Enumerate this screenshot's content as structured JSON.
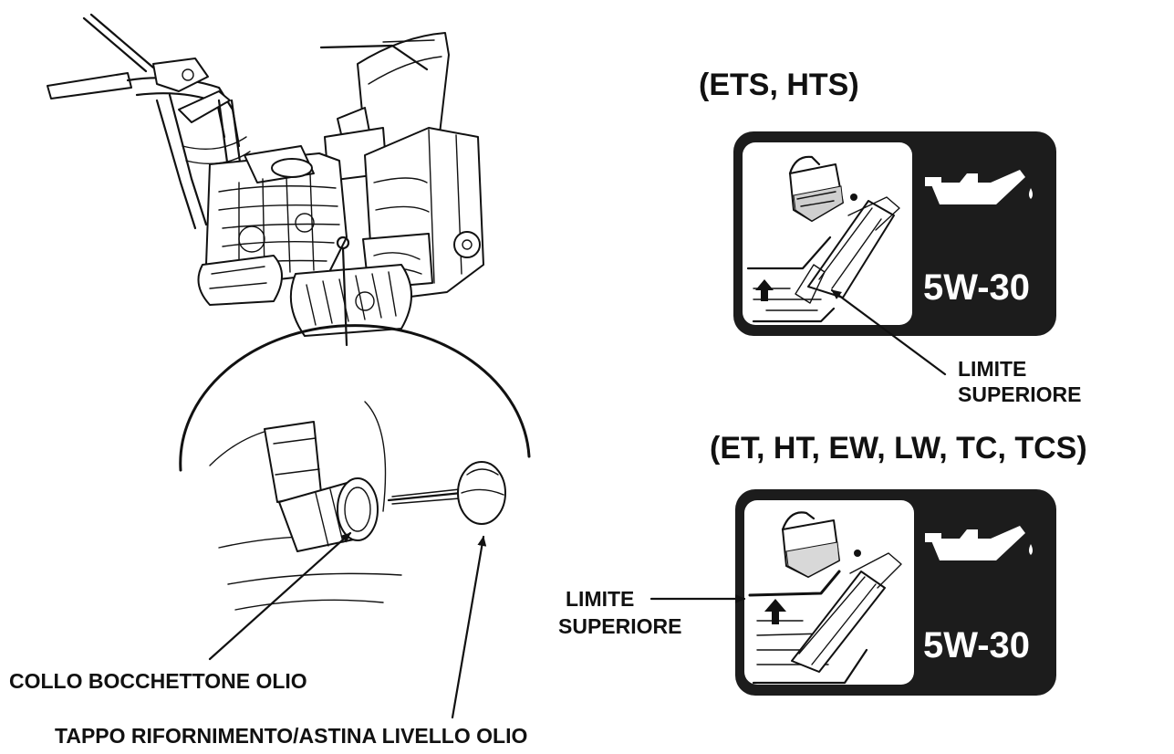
{
  "labels": {
    "header_top": "(ETS, HTS)",
    "header_bottom": "(ET, HT, EW, LW, TC, TCS)",
    "upper_limit_line1": "LIMITE",
    "upper_limit_line2": "SUPERIORE",
    "oil_grade": "5W-30",
    "oil_filler_neck": "COLLO BOCCHETTONE OLIO",
    "filler_cap_dipstick": "TAPPO RIFORNIMENTO/ASTINA LIVELLO OLIO"
  },
  "colors": {
    "ink": "#111111",
    "panel_dark": "#1c1c1c",
    "paper": "#ffffff"
  },
  "icons": [
    "oil-can-icon",
    "pouring-jug-icon",
    "up-arrow-icon"
  ]
}
